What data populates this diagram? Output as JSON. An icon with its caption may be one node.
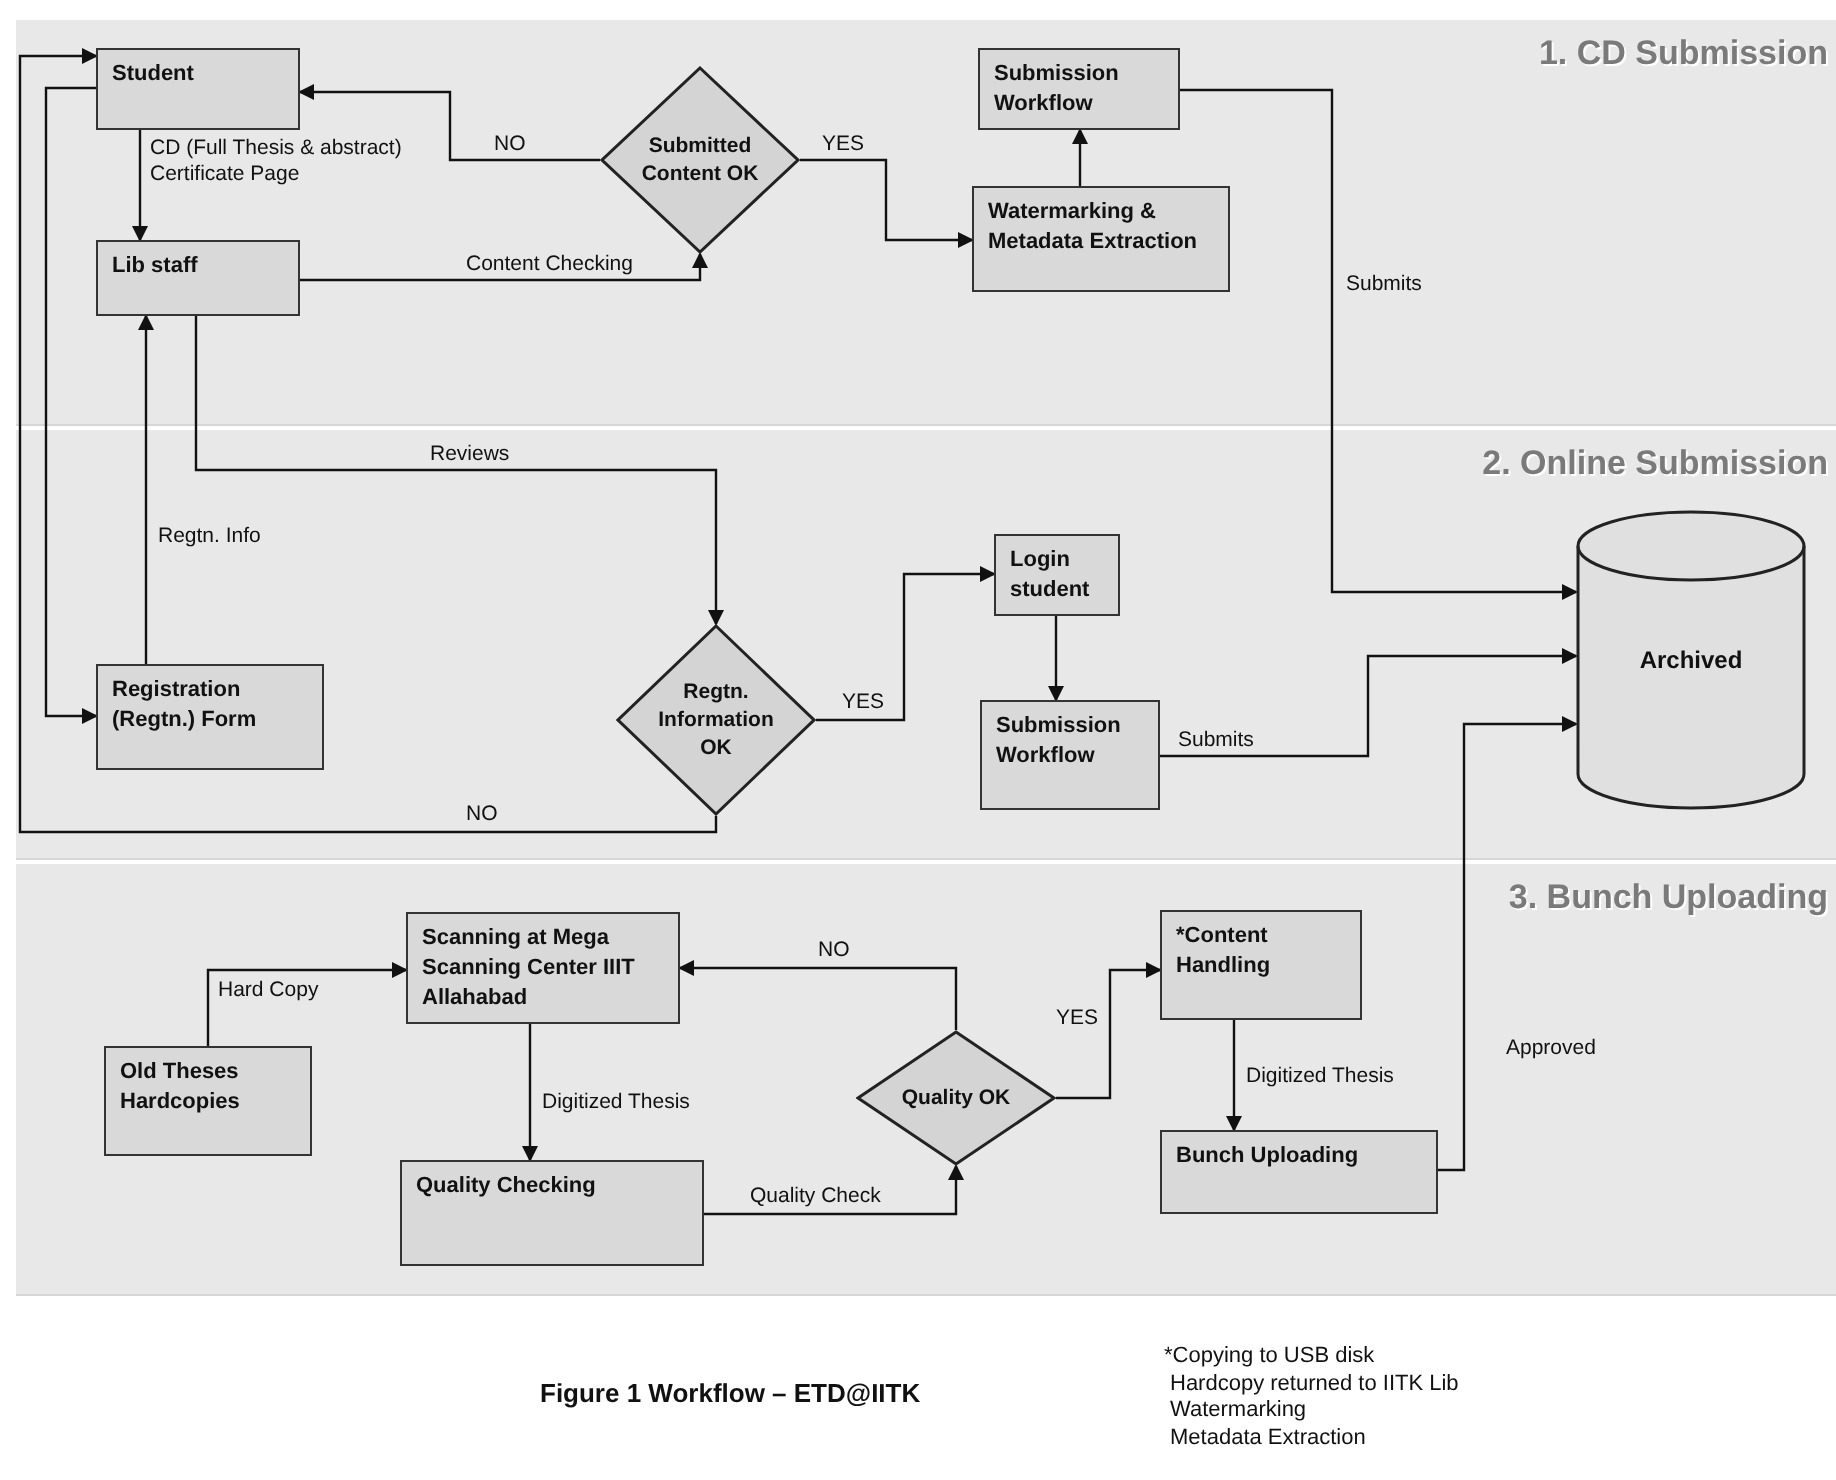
{
  "diagram": {
    "caption": "Figure 1 Workflow – ETD@IITK",
    "nodes": [
      {
        "text": [
          "1. CD Submission"
        ]
      },
      {
        "text": [
          "2. Online Submission"
        ]
      },
      {
        "text": [
          "3. Bunch Uploading"
        ]
      },
      {
        "text": [
          "Student"
        ],
        "in": 0
      },
      {
        "text": [
          "Submitted Content OK"
        ],
        "in": 0
      },
      {
        "text": [
          "Submission Workflow"
        ],
        "in": 0
      },
      {
        "text": [
          "Watermarking & Metadata Extraction"
        ],
        "in": 0
      },
      {
        "text": [
          "Lib staff"
        ],
        "in": 0
      },
      {
        "text": [
          "Registration (Regtn.) Form"
        ],
        "in": 1
      },
      {
        "text": [
          "Regtn. Information OK"
        ],
        "in": 1
      },
      {
        "text": [
          "Login student"
        ],
        "in": 1
      },
      {
        "text": [
          "Submission Workflow"
        ],
        "in": 1
      },
      {
        "text": [
          "Archived"
        ],
        "in": 1
      },
      {
        "text": [
          "Old Theses Hardcopies"
        ],
        "in": 2
      },
      {
        "text": [
          "Scanning at Mega Scanning Center IIIT Allahabad"
        ],
        "in": 2
      },
      {
        "text": [
          "Quality Checking"
        ],
        "in": 2
      },
      {
        "text": [
          "Quality OK"
        ],
        "in": 2
      },
      {
        "text": [
          "*Content Handling"
        ],
        "in": 2
      },
      {
        "text": [
          "Bunch Uploading"
        ],
        "in": 2
      }
    ],
    "edges": [
      {
        "from": 3,
        "to": 7,
        "arrow": "to",
        "label": "CD (Full Thesis & abstract) Certificate Page"
      },
      {
        "from": 7,
        "to": 4,
        "arrow": "to",
        "label": "Content Checking"
      },
      {
        "from": 4,
        "to": 3,
        "arrow": "to",
        "label": "NO"
      },
      {
        "from": 4,
        "to": 6,
        "arrow": "to",
        "label": "YES"
      },
      {
        "from": 6,
        "to": 5,
        "arrow": "to"
      },
      {
        "from": 5,
        "to": 12,
        "arrow": "to",
        "label": "Submits"
      },
      {
        "from": 7,
        "to": 9,
        "arrow": "to",
        "label": "Reviews"
      },
      {
        "from": 8,
        "to": 7,
        "arrow": "to",
        "label": "Regtn. Info"
      },
      {
        "from": 9,
        "to": 10,
        "arrow": "to",
        "label": "YES"
      },
      {
        "from": 10,
        "to": 11,
        "arrow": "to"
      },
      {
        "from": 11,
        "to": 12,
        "arrow": "to",
        "label": "Submits"
      },
      {
        "from": 3,
        "to": 8,
        "arrow": "to"
      },
      {
        "from": 9,
        "to": 3,
        "arrow": "to",
        "label": "NO"
      },
      {
        "from": 13,
        "to": 14,
        "arrow": "to",
        "label": "Hard Copy"
      },
      {
        "from": 14,
        "to": 15,
        "arrow": "to",
        "label": "Digitized Thesis"
      },
      {
        "from": 15,
        "to": 16,
        "arrow": "to",
        "label": "Quality Check"
      },
      {
        "from": 16,
        "to": 14,
        "arrow": "to",
        "label": "NO"
      },
      {
        "from": 16,
        "to": 17,
        "arrow": "to",
        "label": "YES"
      },
      {
        "from": 17,
        "to": 18,
        "arrow": "to",
        "label": "Digitized Thesis"
      },
      {
        "from": 18,
        "to": 12,
        "arrow": "to",
        "label": "Approved"
      }
    ],
    "labels": [
      "*Copying to USB disk",
      "Hardcopy returned to IITK Lib",
      "Watermarking",
      "Metadata Extraction"
    ]
  }
}
